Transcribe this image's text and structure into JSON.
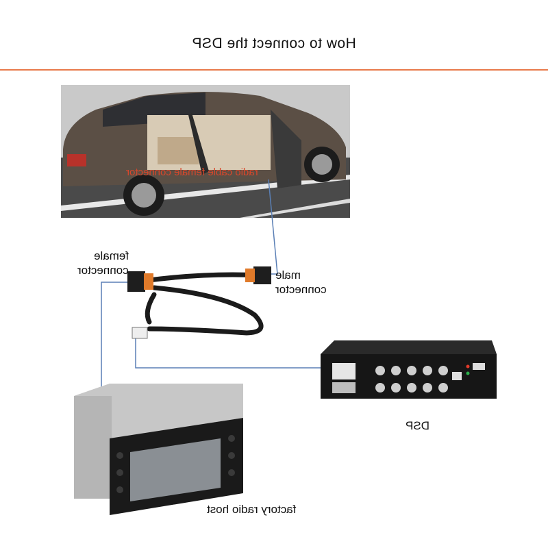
{
  "title": "How to connect the DSP",
  "car_caption": "radio cable female connector",
  "labels": {
    "female_connector": [
      "female",
      "connector"
    ],
    "male_connector": [
      "male",
      "connector"
    ],
    "dsp": "DSP",
    "radio_host": "factory radio host"
  },
  "colors": {
    "divider": "#e8794a",
    "caption": "#d9472b",
    "wire": "#5a7fb5",
    "cable": "#1b1b1b"
  }
}
